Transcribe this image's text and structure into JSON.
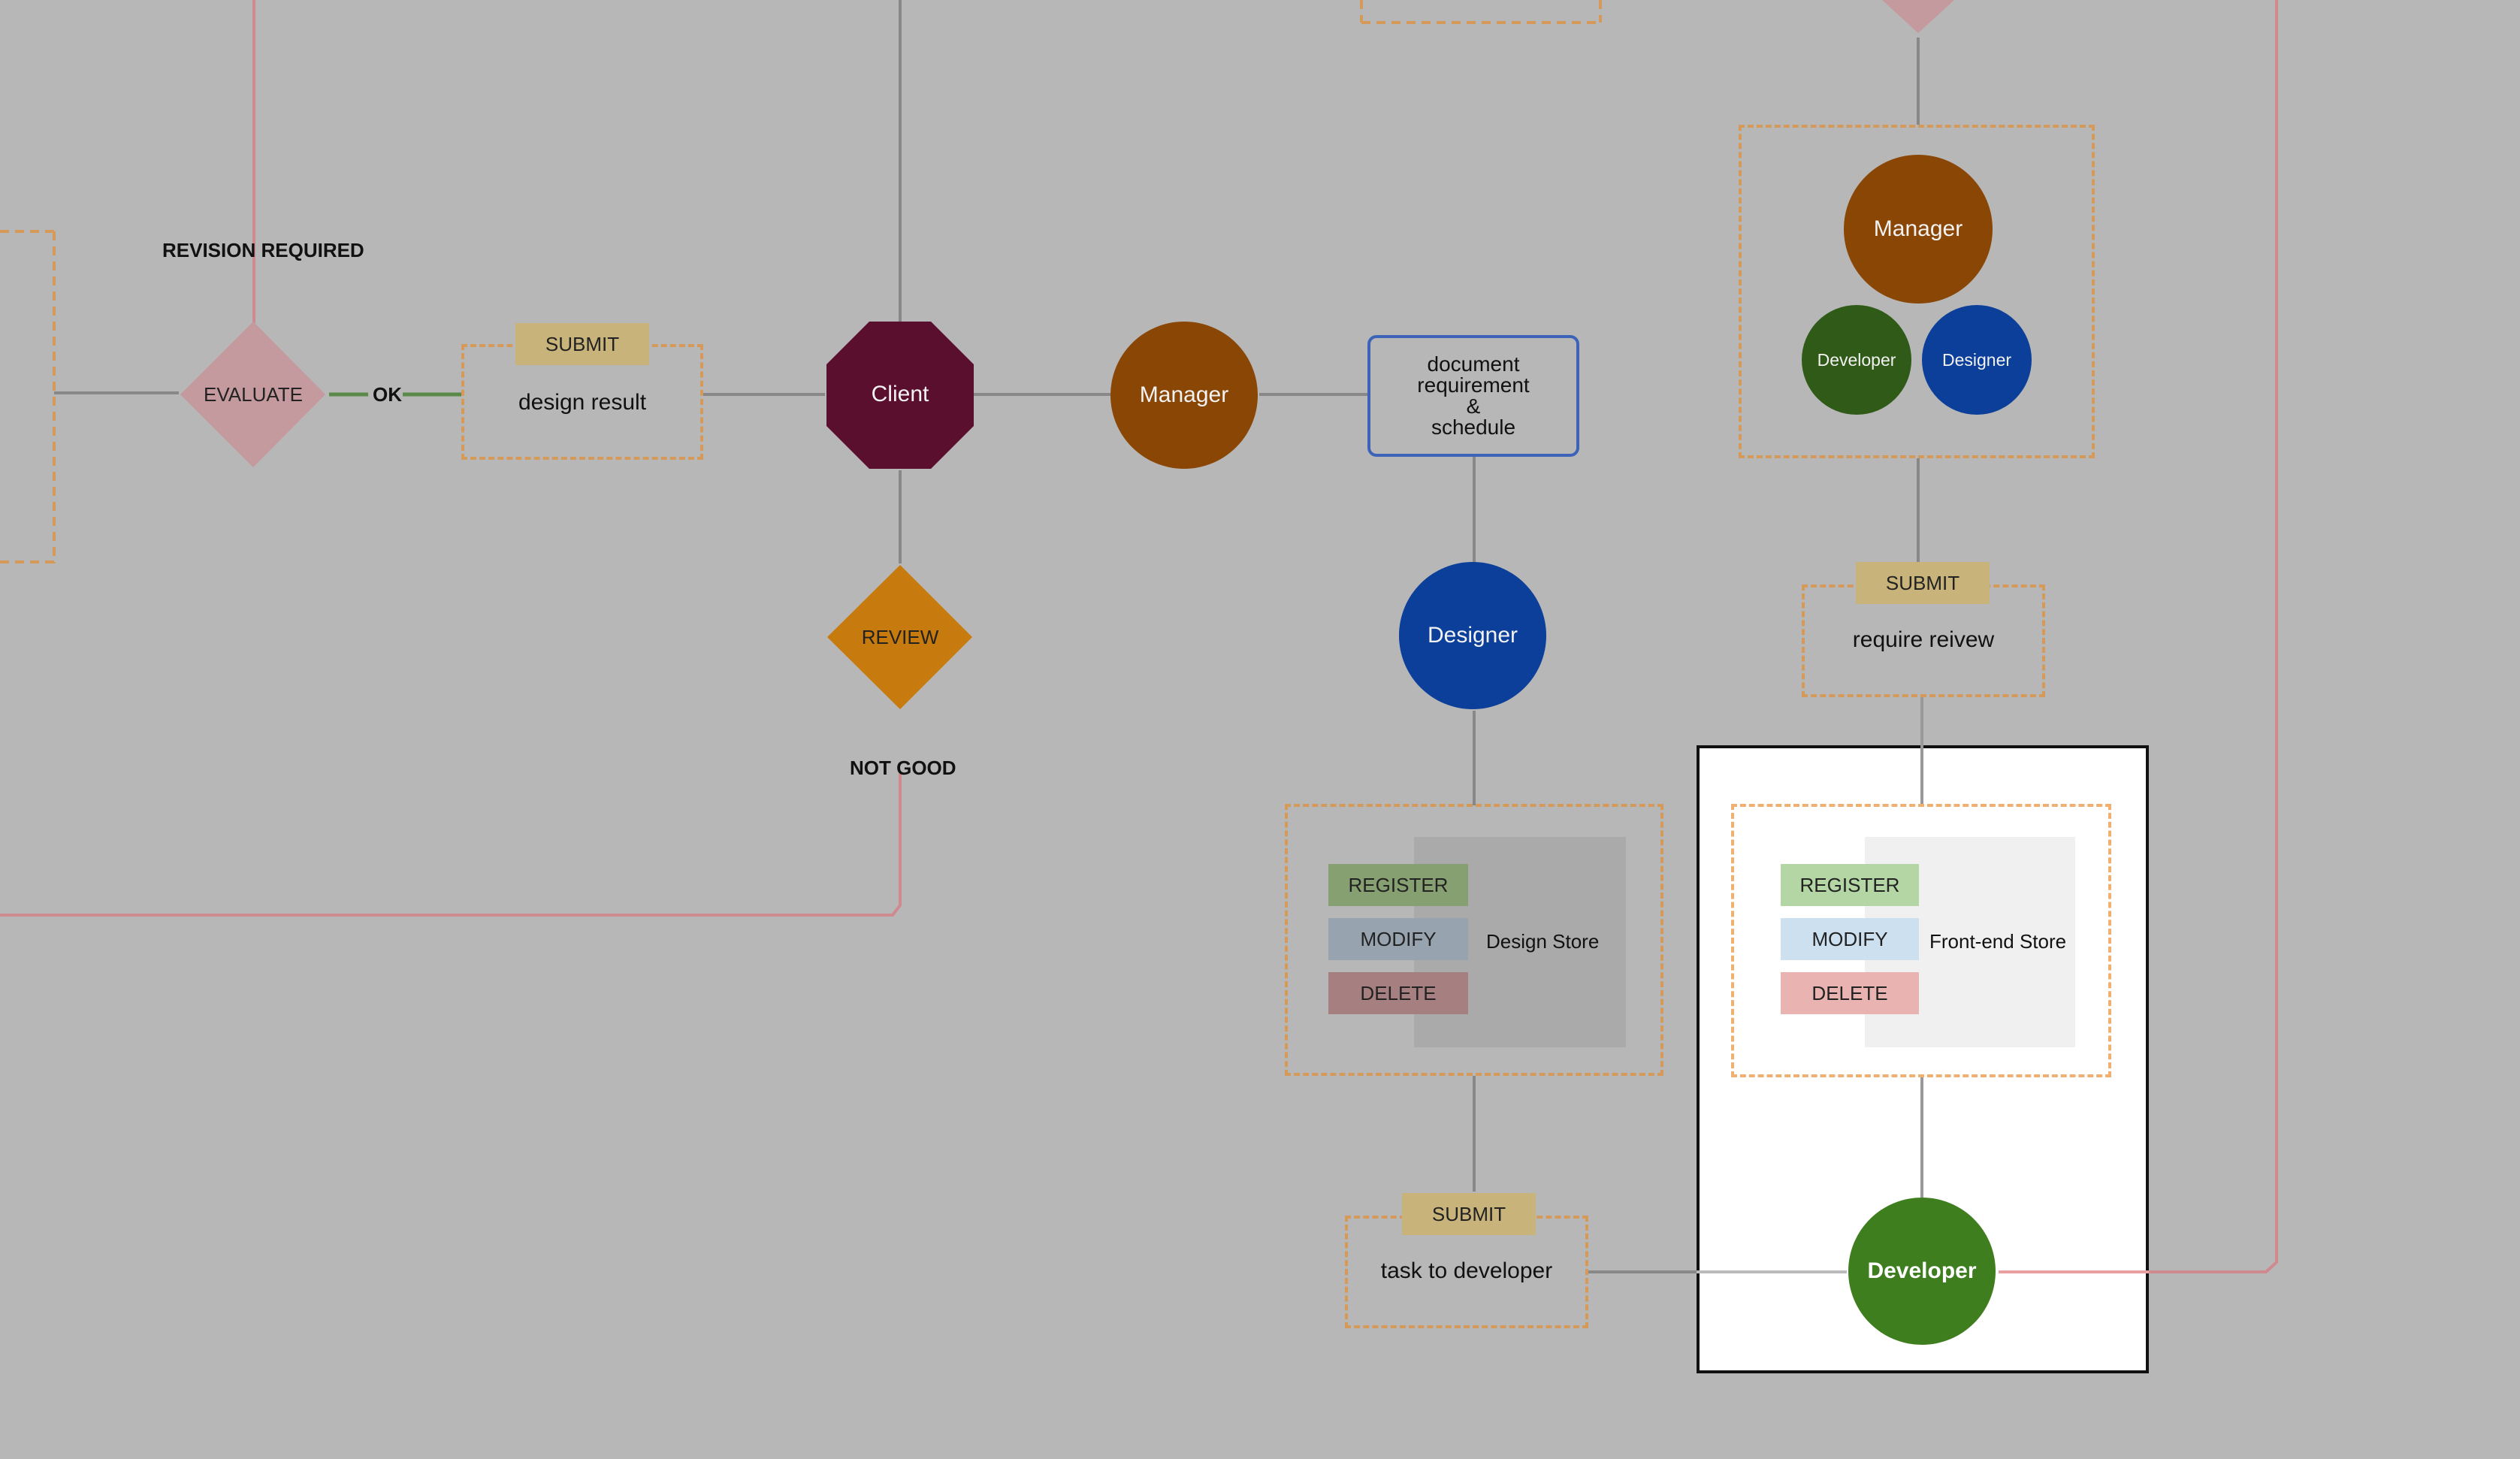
{
  "labels": {
    "revision_required": "REVISION REQUIRED",
    "ok": "OK",
    "not_good": "NOT GOOD"
  },
  "nodes": {
    "evaluate": "EVALUATE",
    "review": "REVIEW",
    "client": "Client",
    "manager_main": "Manager",
    "designer_main": "Designer",
    "developer_main": "Developer",
    "manager_group": "Manager",
    "developer_group": "Developer",
    "designer_group": "Designer",
    "document": [
      "document",
      "requirement",
      "&",
      "schedule"
    ]
  },
  "submit_boxes": {
    "design_result": {
      "tag": "SUBMIT",
      "text": "design result"
    },
    "task_to_developer": {
      "tag": "SUBMIT",
      "text": "task to developer"
    },
    "require_review": {
      "tag": "SUBMIT",
      "text": "require reivew"
    }
  },
  "stores": {
    "design": {
      "name": "Design Store",
      "actions": [
        "REGISTER",
        "MODIFY",
        "DELETE"
      ]
    },
    "frontend": {
      "name": "Front-end Store",
      "actions": [
        "REGISTER",
        "MODIFY",
        "DELETE"
      ]
    }
  },
  "colors": {
    "background": "#b7b7b7",
    "client": "#5a0f2e",
    "manager": "#8a4605",
    "designer": "#0b3f9a",
    "developer": "#2f6a14",
    "developer_bright": "#3f7e1f",
    "evaluate": "#c49a9e",
    "review": "#c77a0d",
    "dashed": "#d59a5a",
    "submit_tag": "#c8b47a"
  }
}
